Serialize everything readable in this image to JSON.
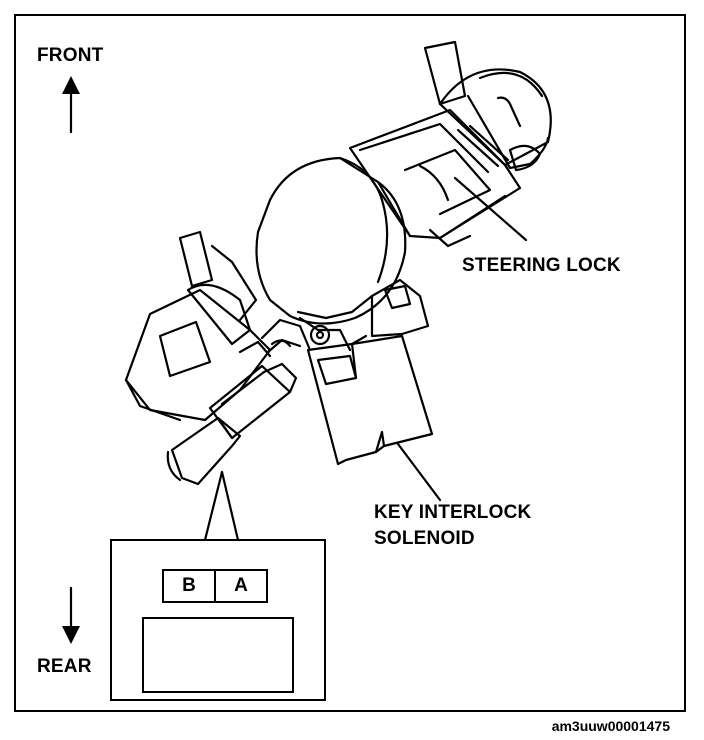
{
  "labels": {
    "front": "FRONT",
    "rear": "REAR",
    "steering_lock": "STEERING LOCK",
    "key_interlock_line1": "KEY INTERLOCK",
    "key_interlock_line2": "SOLENOID"
  },
  "connector": {
    "pins": [
      "B",
      "A"
    ]
  },
  "caption": "am3uuw00001475"
}
